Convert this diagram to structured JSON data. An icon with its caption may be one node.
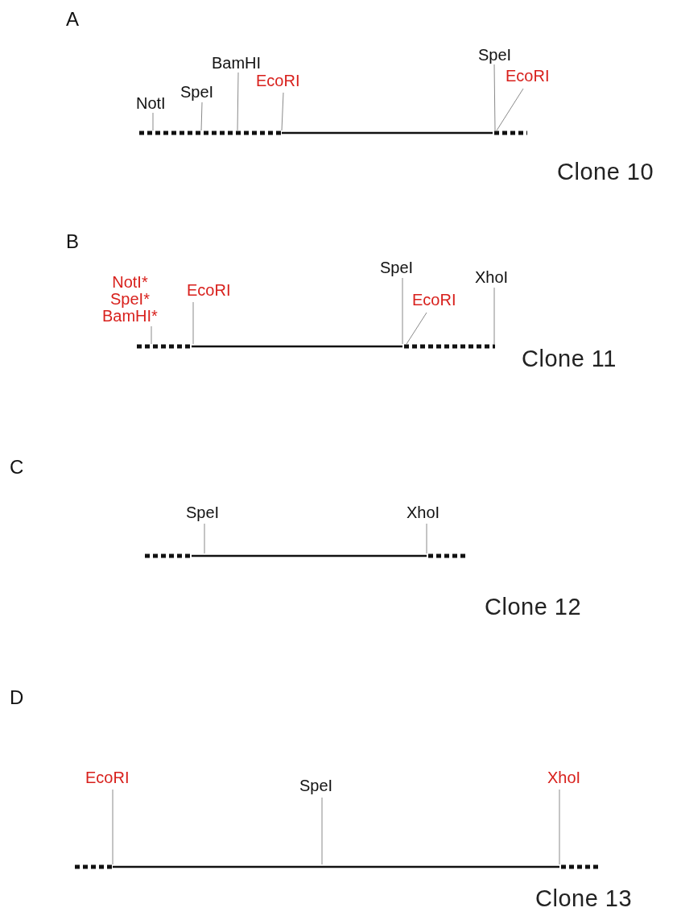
{
  "diagram": {
    "nodes": [
      {
        "text": [
          "NotI"
        ]
      },
      {
        "text": [
          "SpeI"
        ]
      },
      {
        "text": [
          "BamHI"
        ]
      },
      {
        "text": [
          "EcoRI"
        ]
      },
      {
        "text": [
          "SpeI"
        ]
      },
      {
        "text": [
          "EcoRI"
        ]
      },
      {
        "text": [],
        "shape": "bar"
      },
      {
        "text": [
          "NotI*",
          "SpeI*",
          "BamHI*"
        ]
      },
      {
        "text": [
          "EcoRI"
        ]
      },
      {
        "text": [
          "SpeI"
        ]
      },
      {
        "text": [
          "EcoRI"
        ]
      },
      {
        "text": [
          "XhoI"
        ]
      },
      {
        "text": [],
        "shape": "bar"
      },
      {
        "text": [
          "SpeI"
        ]
      },
      {
        "text": [
          "XhoI"
        ]
      },
      {
        "text": [],
        "shape": "bar"
      },
      {
        "text": [
          "EcoRI"
        ]
      },
      {
        "text": [
          "SpeI"
        ]
      },
      {
        "text": [
          "XhoI"
        ]
      },
      {
        "text": [],
        "shape": "bar"
      }
    ],
    "edges": [
      {
        "from": 0,
        "to": 6,
        "arrow": "none"
      },
      {
        "from": 1,
        "to": 6,
        "arrow": "none"
      },
      {
        "from": 2,
        "to": 6,
        "arrow": "none"
      },
      {
        "from": 3,
        "to": 6,
        "arrow": "none"
      },
      {
        "from": 4,
        "to": 6,
        "arrow": "none"
      },
      {
        "from": 5,
        "to": 6,
        "arrow": "none"
      },
      {
        "from": 7,
        "to": 12,
        "arrow": "none"
      },
      {
        "from": 8,
        "to": 12,
        "arrow": "none"
      },
      {
        "from": 9,
        "to": 12,
        "arrow": "none"
      },
      {
        "from": 10,
        "to": 12,
        "arrow": "none"
      },
      {
        "from": 11,
        "to": 12,
        "arrow": "none"
      },
      {
        "from": 13,
        "to": 15,
        "arrow": "none"
      },
      {
        "from": 14,
        "to": 15,
        "arrow": "none"
      },
      {
        "from": 16,
        "to": 19,
        "arrow": "none"
      },
      {
        "from": 17,
        "to": 19,
        "arrow": "none"
      },
      {
        "from": 18,
        "to": 19,
        "arrow": "none"
      }
    ],
    "labels": [
      "A",
      "Clone 10",
      "B",
      "Clone 11",
      "C",
      "Clone 12",
      "D",
      "Clone 13"
    ]
  }
}
